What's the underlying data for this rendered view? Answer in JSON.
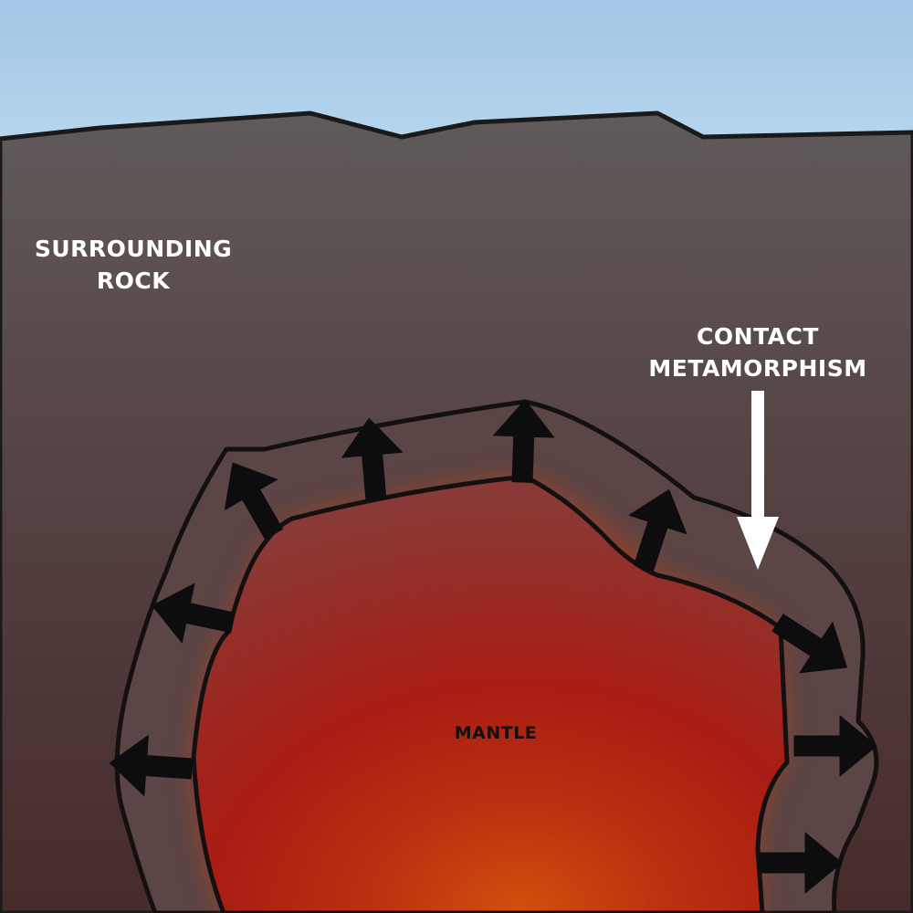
{
  "labels": {
    "surrounding_rock_line1": "SURROUNDING",
    "surrounding_rock_line2": "ROCK",
    "contact_line1": "CONTACT",
    "contact_line2": "METAMORPHISM",
    "mantle": "MANTLE"
  },
  "colors": {
    "sky": "#a4c8e6",
    "rock_top": "#5f5959",
    "rock_bottom": "#4a2d2d",
    "aureole": "#5d4646",
    "magma_glow": "#c43c14",
    "mantle_top": "#8e3632",
    "mantle_center": "#ad1c12",
    "mantle_bottom": "#cf4a0e",
    "arrows": "#0d0d0d",
    "outline": "#1a1a1a"
  },
  "arrows": [
    {
      "name": "heat-arrow-left-upper",
      "direction": "outward-left"
    },
    {
      "name": "heat-arrow-left-lower",
      "direction": "outward-left"
    },
    {
      "name": "heat-arrow-top-left",
      "direction": "outward-up"
    },
    {
      "name": "heat-arrow-top-center-left",
      "direction": "outward-up"
    },
    {
      "name": "heat-arrow-top-center",
      "direction": "outward-up"
    },
    {
      "name": "heat-arrow-top-right",
      "direction": "outward-up"
    },
    {
      "name": "heat-arrow-right-upper",
      "direction": "outward-right"
    },
    {
      "name": "heat-arrow-right-middle",
      "direction": "outward-right"
    },
    {
      "name": "heat-arrow-right-lower",
      "direction": "outward-right"
    }
  ],
  "pointer": {
    "name": "contact-metamorphism-pointer",
    "direction": "down"
  }
}
